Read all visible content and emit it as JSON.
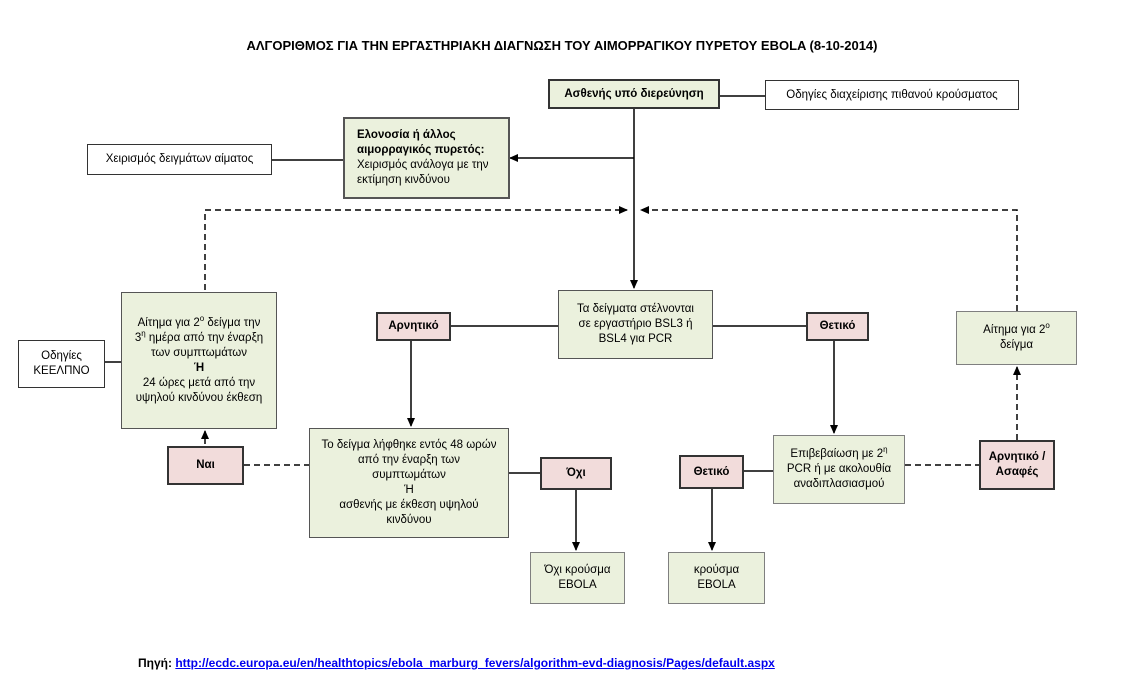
{
  "title": "ΑΛΓΟΡΙΘΜΟΣ ΓΙΑ ΤΗΝ ΕΡΓΑΣΤΗΡΙΑΚΗ ΔΙΑΓΝΩΣΗ ΤΟΥ ΑΙΜΟΡΡΑΓΙΚΟΥ ΠΥΡΕΤΟΥ EBOLA  (8-10-2014)",
  "nodes": {
    "patient": "Ασθενής υπό διερεύνηση",
    "guidelines_probable": "Οδηγίες διαχείρισης πιθανού κρούσματος",
    "malaria_title_1": "Ελονοσία ή άλλος",
    "malaria_title_2": "αιμορραγικός πυρετός:",
    "malaria_line_1": "Χειρισμός ανάλογα με την",
    "malaria_line_2": "εκτίμηση κινδύνου",
    "blood_handling": "Χειρισμός δειγμάτων αίματος",
    "lab_line_1": "Τα δείγματα στέλνονται",
    "lab_line_2": "σε εργαστήριο BSL3 ή",
    "lab_line_3": "BSL4 για PCR",
    "negative": "Αρνητικό",
    "positive": "Θετικό",
    "second_sample": "Αίτημα για 2ο δείγμα",
    "request_a_1": "Αίτημα για 2ο δείγμα την",
    "request_a_2": "3η ημέρα από την έναρξη",
    "request_a_3": "των συμπτωμάτων",
    "or": "Ή",
    "request_a_4": "24 ώρες μετά από την",
    "request_a_5": "υψηλού κινδύνου έκθεση",
    "keelpno_1": "Οδηγίες",
    "keelpno_2": "ΚΕΕΛΠΝΟ",
    "yes": "Ναι",
    "within48_1": "Το δείγμα λήφθηκε εντός 48 ωρών",
    "within48_2": "από την έναρξη των",
    "within48_3": "συμπτωμάτων",
    "within48_4": "ασθενής με έκθεση υψηλού",
    "within48_5": "κινδύνου",
    "no": "Όχι",
    "not_case_1": "Όχι κρούσμα",
    "not_case_2": "EBOLA",
    "positive_2": "Θετικό",
    "confirm_1": "Επιβεβαίωση με 2η",
    "confirm_2": "PCR ή με ακολουθία",
    "confirm_3": "αναδιπλασιασμού",
    "case_1": "κρούσμα",
    "case_2": "EBOLA",
    "neg_unclear_1": "Αρνητικό /",
    "neg_unclear_2": "Ασαφές"
  },
  "footer": {
    "label": "Πηγή:",
    "url": "http://ecdc.europa.eu/en/healthtopics/ebola_marburg_fevers/algorithm-evd-diagnosis/Pages/default.aspx"
  },
  "colors": {
    "green_box": "#ebf1dd",
    "pink_box": "#f2dcdb",
    "link": "#0000ee"
  }
}
